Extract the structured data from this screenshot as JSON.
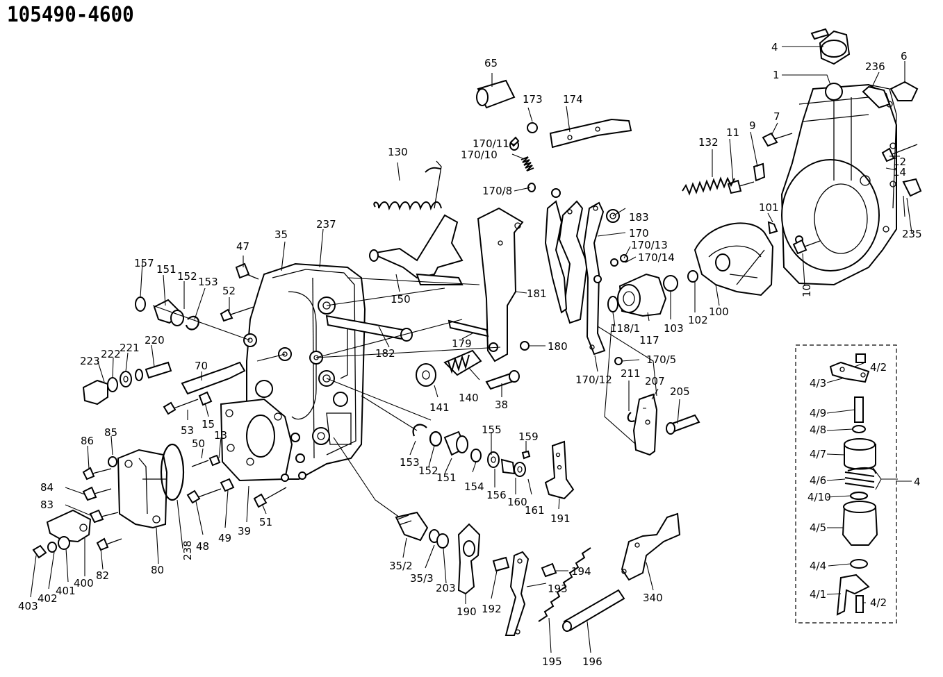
{
  "title": "105490-4600",
  "labels": {
    "p1": "1",
    "p4": "4",
    "p6": "6",
    "p7": "7",
    "p9": "9",
    "p10": "10",
    "p11": "11",
    "p12": "12",
    "p13": "13",
    "p14": "14",
    "p15": "15",
    "p35": "35",
    "p38": "38",
    "p39": "39",
    "p47": "47",
    "p48": "48",
    "p49": "49",
    "p50": "50",
    "p51": "51",
    "p52": "52",
    "p53": "53",
    "p65": "65",
    "p70": "70",
    "p80": "80",
    "p82": "82",
    "p83": "83",
    "p84": "84",
    "p85": "85",
    "p86": "86",
    "p100": "100",
    "p101": "101",
    "p102": "102",
    "p103": "103",
    "p117": "117",
    "p118_1": "118/1",
    "p130": "130",
    "p132": "132",
    "p140": "140",
    "p141": "141",
    "p150": "150",
    "p151a": "151",
    "p151b": "151",
    "p152a": "152",
    "p152b": "152",
    "p153a": "153",
    "p153b": "153",
    "p154": "154",
    "p155": "155",
    "p156": "156",
    "p157": "157",
    "p159": "159",
    "p160": "160",
    "p161": "161",
    "p170": "170",
    "p170_5": "170/5",
    "p170_8": "170/8",
    "p170_10": "170/10",
    "p170_11": "170/11",
    "p170_12": "170/12",
    "p170_13": "170/13",
    "p170_14": "170/14",
    "p173": "173",
    "p174": "174",
    "p179": "179",
    "p180": "180",
    "p181": "181",
    "p182": "182",
    "p183": "183",
    "p190": "190",
    "p191": "191",
    "p192": "192",
    "p193": "193",
    "p194": "194",
    "p195": "195",
    "p196": "196",
    "p203": "203",
    "p205": "205",
    "p207": "207",
    "p211": "211",
    "p220": "220",
    "p221": "221",
    "p222": "222",
    "p223": "223",
    "p235": "235",
    "p236": "236",
    "p237": "237",
    "p238": "238",
    "p340": "340",
    "p35_2": "35/2",
    "p35_3": "35/3",
    "p400": "400",
    "p401": "401",
    "p402": "402",
    "p403": "403",
    "d4": "4",
    "d4_1": "4/1",
    "d4_2a": "4/2",
    "d4_2b": "4/2",
    "d4_3": "4/3",
    "d4_4": "4/4",
    "d4_5": "4/5",
    "d4_6": "4/6",
    "d4_7": "4/7",
    "d4_8": "4/8",
    "d4_9": "4/9",
    "d4_10": "4/10"
  }
}
